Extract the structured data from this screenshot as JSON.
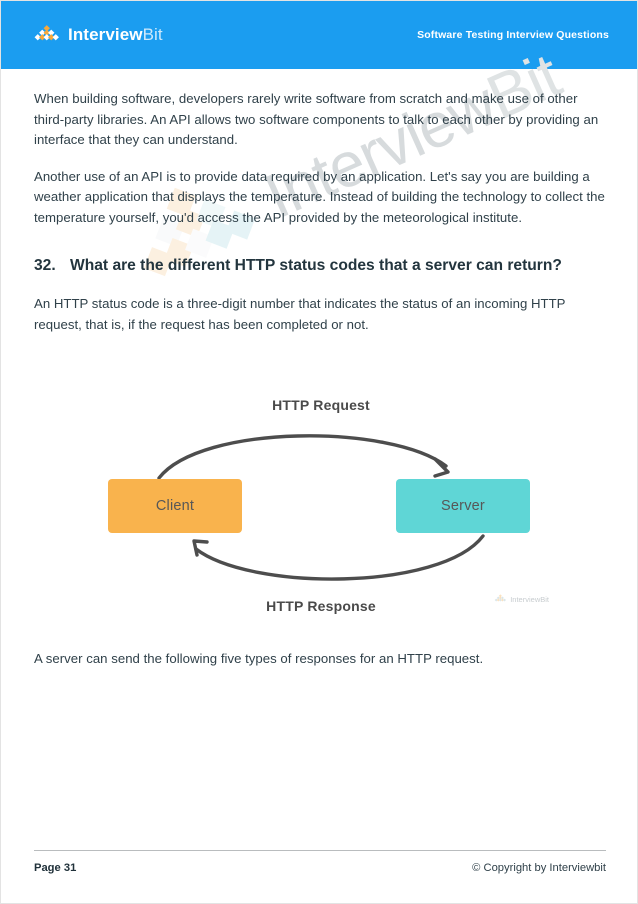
{
  "header": {
    "brand_first": "Interview",
    "brand_second": "Bit",
    "title": "Software Testing Interview Questions",
    "bg_color": "#1b9df0",
    "logo_icon": "interviewbit-diamond-logo"
  },
  "watermark": {
    "text_first": "Interview",
    "text_second": "Bit",
    "color": "#d7dbdd"
  },
  "content": {
    "paragraphs": [
      "When building software, developers rarely write software from scratch and make use of other third-party libraries. An API allows two software components to talk to each other by providing an interface that they can understand.",
      "Another use of an API is to provide data required by an application. Let's say you are building a weather application that displays the temperature. Instead of building the technology to collect the temperature yourself, you'd access the API provided by the meteorological institute."
    ],
    "question_number": "32.",
    "question_text": "What are the different HTTP status codes that a server can return?",
    "answer_intro": "An HTTP status code is a three-digit number that indicates the status of an incoming HTTP request, that is, if the request has been completed or not.",
    "closing_text": "A server can send the following five types of responses for an HTTP request."
  },
  "diagram": {
    "request_label": "HTTP Request",
    "response_label": "HTTP Response",
    "client_label": "Client",
    "server_label": "Server",
    "client_color": "#f9b34d",
    "server_color": "#5fd6d6",
    "arrow_color": "#4d4d4d",
    "watermark_first": "Interview",
    "watermark_second": "Bit"
  },
  "footer": {
    "page_label": "Page 31",
    "copyright": "© Copyright by Interviewbit"
  }
}
